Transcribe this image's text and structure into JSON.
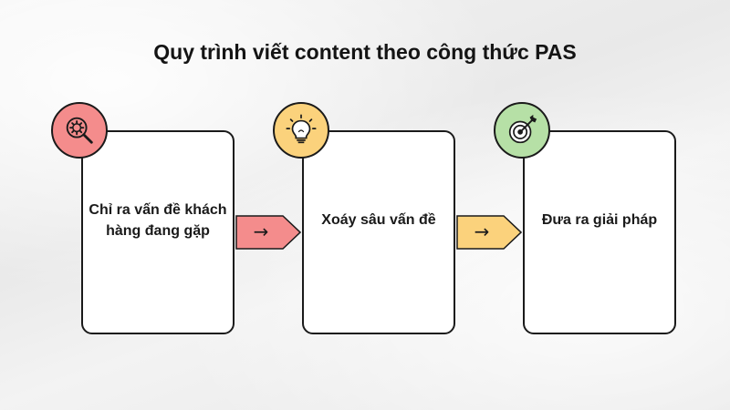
{
  "title": "Quy trình viết content theo công thức PAS",
  "steps": [
    {
      "label": "Chỉ ra vấn đề khách hàng đang gặp",
      "icon": "magnifier-gear-icon",
      "color": "#f48c8c"
    },
    {
      "label": "Xoáy sâu vấn đề",
      "icon": "lightbulb-icon",
      "color": "#fbd27c"
    },
    {
      "label": "Đưa ra giải pháp",
      "icon": "target-icon",
      "color": "#b6e0a6"
    }
  ],
  "arrows": [
    {
      "color": "#f48c8c",
      "glyph": "→"
    },
    {
      "color": "#fbd27c",
      "glyph": "→"
    }
  ]
}
